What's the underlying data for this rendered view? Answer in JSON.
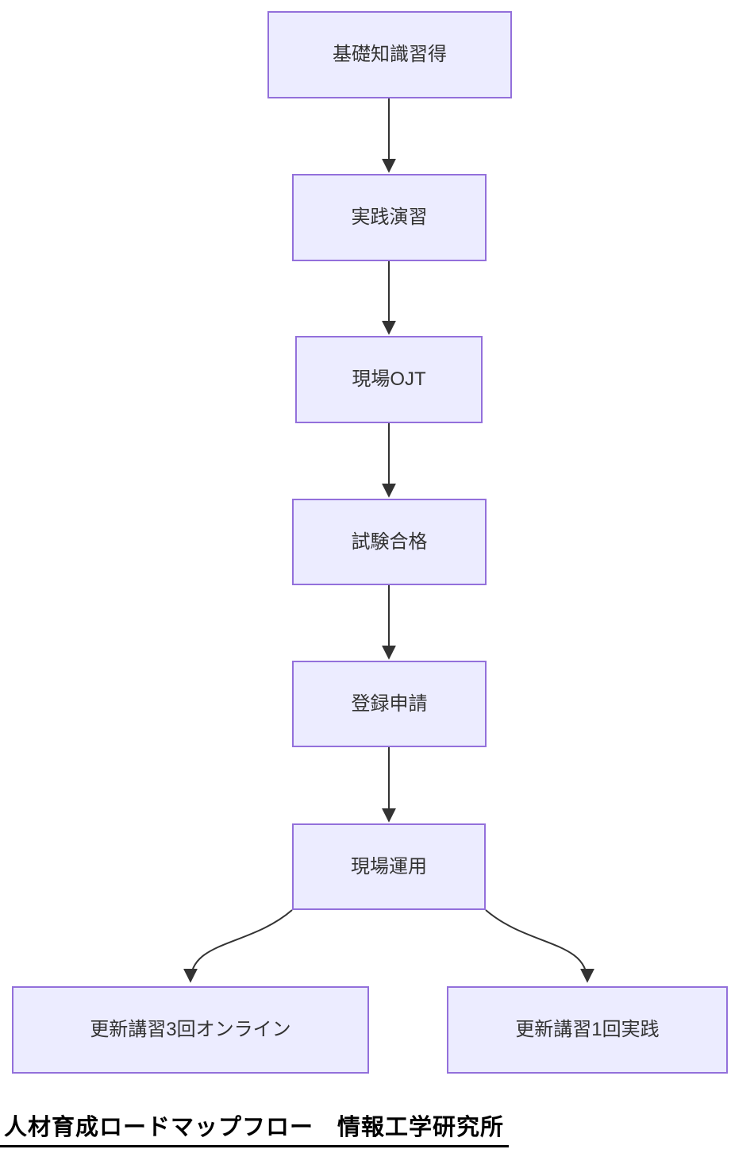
{
  "diagram": {
    "type": "flowchart",
    "direction": "top-down",
    "nodes": [
      {
        "id": "A",
        "label": "基礎知識習得"
      },
      {
        "id": "B",
        "label": "実践演習"
      },
      {
        "id": "C",
        "label": "現場OJT"
      },
      {
        "id": "D",
        "label": "試験合格"
      },
      {
        "id": "E",
        "label": "登録申請"
      },
      {
        "id": "F",
        "label": "現場運用"
      },
      {
        "id": "G",
        "label": "更新講習3回オンライン"
      },
      {
        "id": "H",
        "label": "更新講習1回実践"
      }
    ],
    "edges": [
      {
        "from": "基礎知識習得",
        "to": "実践演習",
        "arrow": "down"
      },
      {
        "from": "実践演習",
        "to": "現場OJT",
        "arrow": "down"
      },
      {
        "from": "現場OJT",
        "to": "試験合格",
        "arrow": "down"
      },
      {
        "from": "試験合格",
        "to": "登録申請",
        "arrow": "down"
      },
      {
        "from": "登録申請",
        "to": "現場運用",
        "arrow": "down"
      },
      {
        "from": "現場運用",
        "to": "更新講習3回オンライン",
        "arrow": "down-left-curve"
      },
      {
        "from": "現場運用",
        "to": "更新講習1回実践",
        "arrow": "down-right-curve"
      }
    ],
    "colors": {
      "node_fill": "#ECECFF",
      "node_border": "#9370DB",
      "edge_stroke": "#333333",
      "node_text": "#333333",
      "caption_text": "#000000",
      "background": "#FFFFFF"
    }
  },
  "caption": {
    "text": "人材育成ロードマップフロー　情報工学研究所"
  }
}
